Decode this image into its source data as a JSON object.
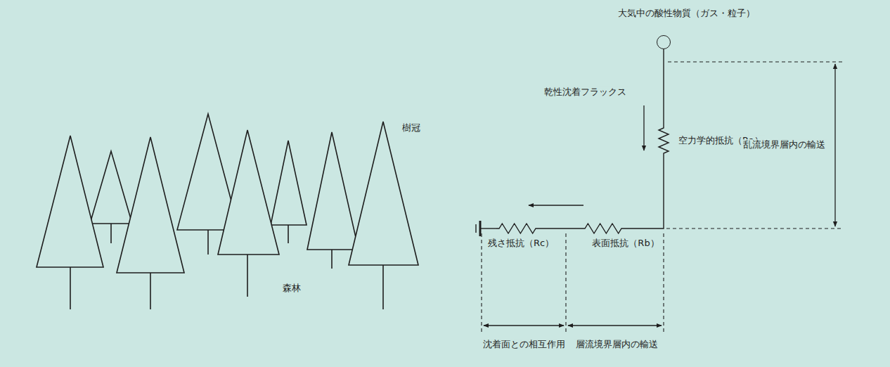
{
  "diagram": {
    "nodes": [
      {
        "text": [
          "大気中の酸性物質（ガス・粒子）"
        ]
      },
      {
        "text": [
          "空力学的抵抗（Ra）"
        ]
      },
      {
        "text": [
          "表面抵抗（Rb）"
        ]
      },
      {
        "text": [
          "残さ抵抗（Rc）"
        ]
      }
    ],
    "edges": [
      {
        "from": 0,
        "to": 1,
        "arrow": "none"
      },
      {
        "from": 1,
        "to": 2,
        "arrow": "none"
      },
      {
        "from": 2,
        "to": 3,
        "arrow": "none"
      }
    ],
    "labels": [
      "樹冠",
      "森林",
      "乾性沈着フラックス",
      "乱流境界層内の輸送",
      "沈着面との相互作用",
      "層流境界層内の輸送"
    ]
  }
}
